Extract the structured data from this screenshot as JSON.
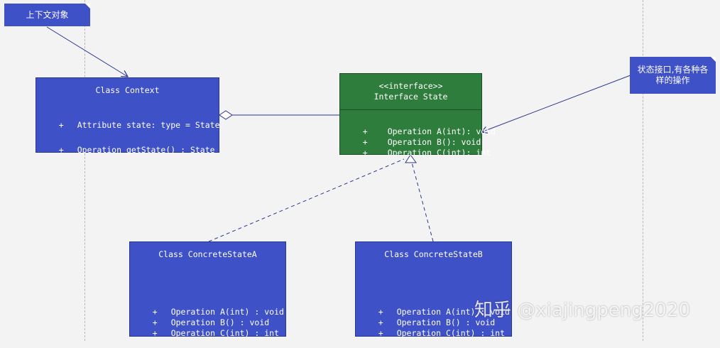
{
  "notes": {
    "context_note": "上下文对象",
    "state_note": "状态接口,有各种各样的操作"
  },
  "context": {
    "title": "Class Context",
    "members": [
      {
        "vis": "+",
        "text": "Attribute state: type = State"
      },
      {
        "vis": "+",
        "text": "Operation getState() : State"
      }
    ]
  },
  "state": {
    "stereotype": "<<interface>>",
    "title": "Interface State",
    "members": [
      {
        "vis": "+",
        "text": "Operation A(int): void"
      },
      {
        "vis": "+",
        "text": "Operation B(): void"
      },
      {
        "vis": "+",
        "text": "Operation C(int): int"
      }
    ]
  },
  "concrete_a": {
    "title": "Class ConcreteStateA",
    "members": [
      {
        "vis": "+",
        "text": "Operation A(int) : void"
      },
      {
        "vis": "+",
        "text": "Operation B() : void"
      },
      {
        "vis": "+",
        "text": "Operation C(int) : int"
      }
    ]
  },
  "concrete_b": {
    "title": "Class ConcreteStateB",
    "members": [
      {
        "vis": "+",
        "text": "Operation A(int) : void"
      },
      {
        "vis": "+",
        "text": "Operation B() : void"
      },
      {
        "vis": "+",
        "text": "Operation C(int) : int"
      }
    ]
  },
  "watermark": "知乎 @xiajingpeng2020",
  "colors": {
    "class_box": "#3f51c7",
    "interface_box": "#2e7d3c",
    "connector": "#2a368f"
  }
}
